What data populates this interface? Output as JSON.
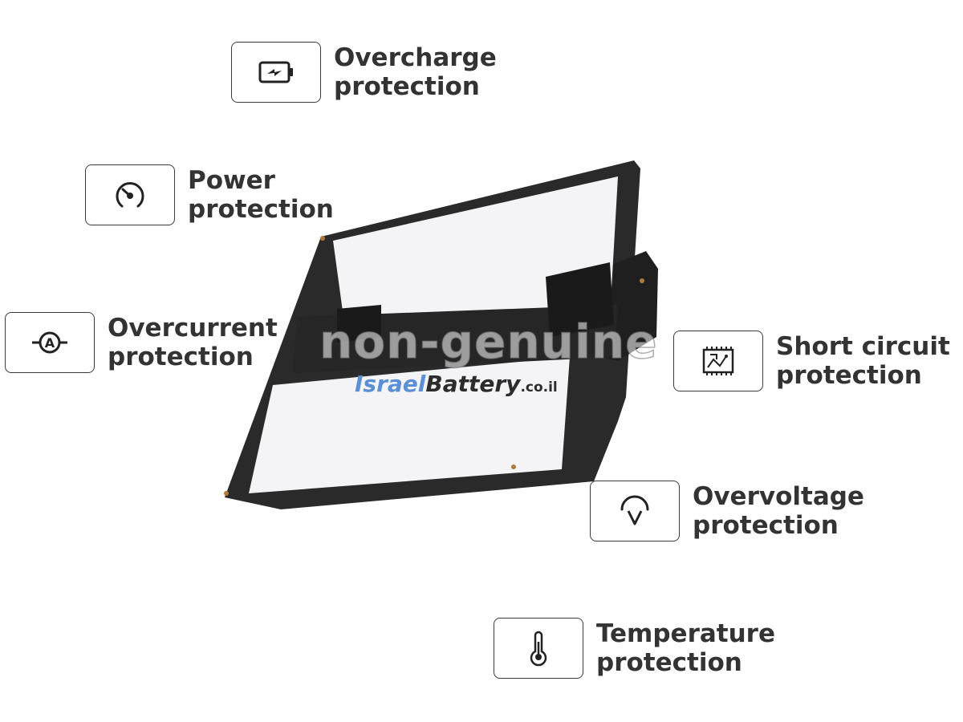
{
  "features": {
    "overcharge": {
      "line1": "Overcharge",
      "line2": "protection",
      "icon": "battery-charge-icon"
    },
    "power": {
      "line1": "Power",
      "line2": "protection",
      "icon": "gauge-icon"
    },
    "overcurrent": {
      "line1": "Overcurrent",
      "line2": "protection",
      "icon": "ammeter-icon"
    },
    "short": {
      "line1": "Short circuit",
      "line2": "protection",
      "icon": "circuit-board-icon"
    },
    "overvoltage": {
      "line1": "Overvoltage",
      "line2": "protection",
      "icon": "voltmeter-icon"
    },
    "temperature": {
      "line1": "Temperature",
      "line2": "protection",
      "icon": "thermometer-icon"
    }
  },
  "watermark": {
    "text": "non-genuine",
    "logo_part1": "Israel",
    "logo_part2": "Battery",
    "logo_part3": ".co.il"
  },
  "colors": {
    "text": "#333333",
    "border": "#3a3a3a",
    "logo_blue": "#5b8fd6"
  }
}
